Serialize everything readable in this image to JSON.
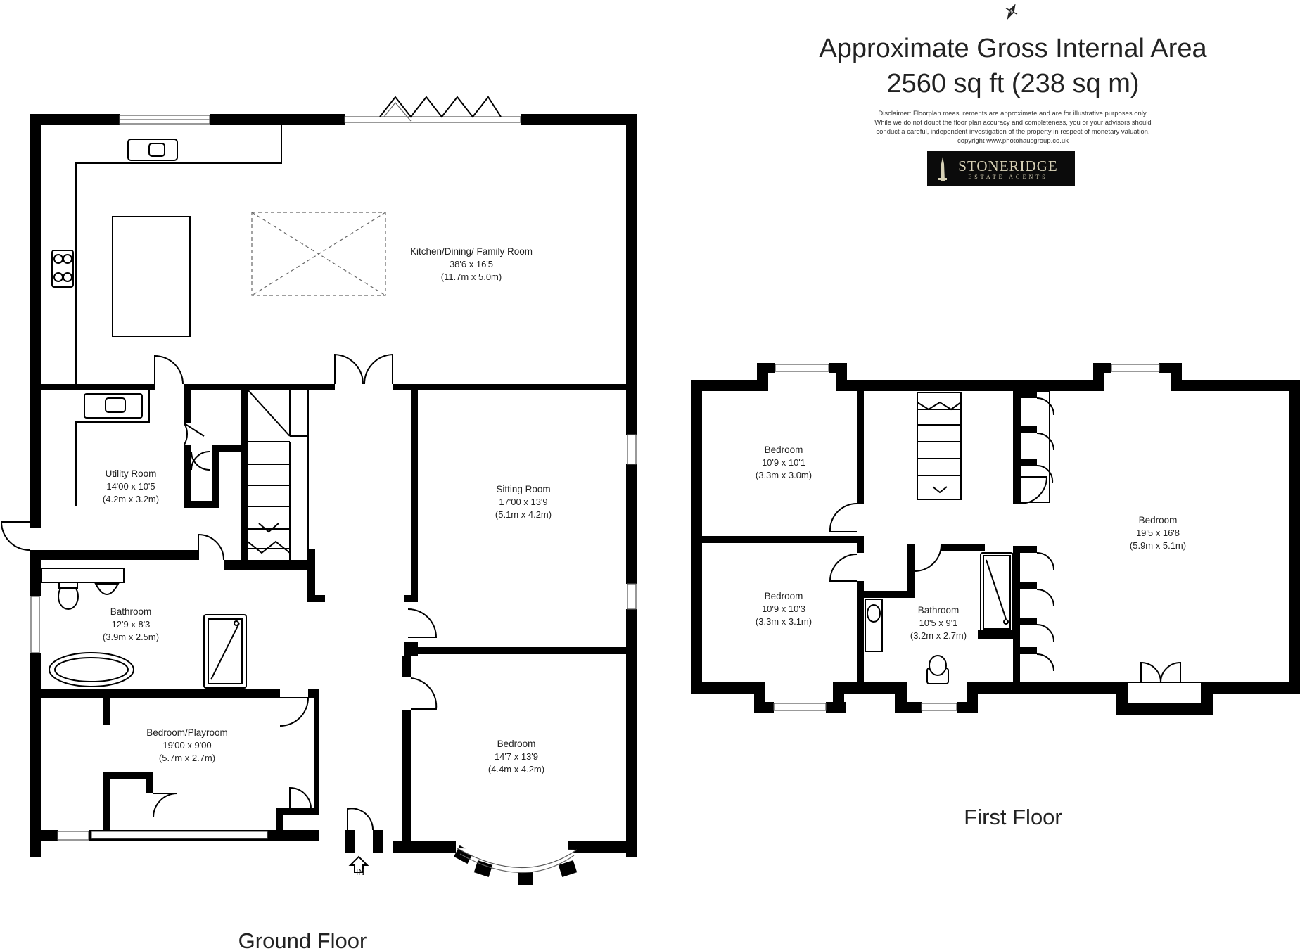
{
  "header": {
    "title_line1": "Approximate Gross Internal Area",
    "title_line2": "2560 sq ft (238 sq m)",
    "disclaimer": [
      "Disclaimer: Floorplan measurements are approximate and are for illustrative purposes only.",
      "While we do not doubt the floor plan accuracy and completeness, you or your advisors should",
      "conduct a careful, independent investigation of the property in respect of monetary valuation.",
      "copyright www.photohausgroup.co.uk"
    ],
    "compass_label": "N"
  },
  "logo": {
    "name": "STONERIDGE",
    "tagline": "ESTATE AGENTS"
  },
  "ground_floor": {
    "label": "Ground Floor",
    "entrance_label": "IN",
    "rooms": [
      {
        "name": "Kitchen/Dining/ Family Room",
        "dim_imperial": "38'6 x 16'5",
        "dim_metric": "(11.7m x 5.0m)"
      },
      {
        "name": "Utility Room",
        "dim_imperial": "14'00 x 10'5",
        "dim_metric": "(4.2m x 3.2m)"
      },
      {
        "name": "Sitting Room",
        "dim_imperial": "17'00 x 13'9",
        "dim_metric": "(5.1m x 4.2m)"
      },
      {
        "name": "Bathroom",
        "dim_imperial": "12'9 x 8'3",
        "dim_metric": "(3.9m x 2.5m)"
      },
      {
        "name": "Bedroom/Playroom",
        "dim_imperial": "19'00 x 9'00",
        "dim_metric": "(5.7m x 2.7m)"
      },
      {
        "name": "Bedroom",
        "dim_imperial": "14'7 x 13'9",
        "dim_metric": "(4.4m x 4.2m)"
      }
    ]
  },
  "first_floor": {
    "label": "First Floor",
    "rooms": [
      {
        "name": "Bedroom",
        "dim_imperial": "10'9 x 10'1",
        "dim_metric": "(3.3m x 3.0m)"
      },
      {
        "name": "Bedroom",
        "dim_imperial": "10'9 x 10'3",
        "dim_metric": "(3.3m x 3.1m)"
      },
      {
        "name": "Bathroom",
        "dim_imperial": "10'5 x 9'1",
        "dim_metric": "(3.2m x 2.7m)"
      },
      {
        "name": "Bedroom",
        "dim_imperial": "19'5 x 16'8",
        "dim_metric": "(5.9m x 5.1m)"
      }
    ]
  }
}
